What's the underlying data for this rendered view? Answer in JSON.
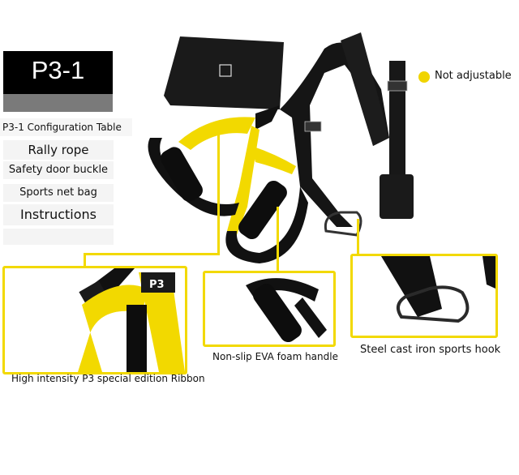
{
  "config_table": {
    "model": "P3-1",
    "heading": "P3-1  Configuration Table",
    "items": [
      "Rally rope",
      "Safety door buckle",
      "Sports net bag",
      "Instructions",
      ""
    ]
  },
  "legend": {
    "color": "#f0d400",
    "label": "Not adjustable"
  },
  "callouts": [
    {
      "caption": "High intensity P3 special edition Ribbon"
    },
    {
      "caption": "Non-slip EVA foam handle"
    },
    {
      "caption": "Steel cast iron sports hook"
    }
  ],
  "product": {
    "logo_text": "P3",
    "accent": "#f2d900",
    "strap_color": "#111111"
  }
}
